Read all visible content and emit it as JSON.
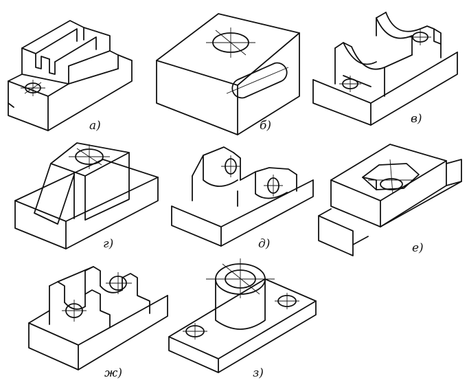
{
  "figure": {
    "labels": [
      "а)",
      "б)",
      "в)",
      "г)",
      "д)",
      "е)",
      "ж)",
      "з)"
    ]
  }
}
